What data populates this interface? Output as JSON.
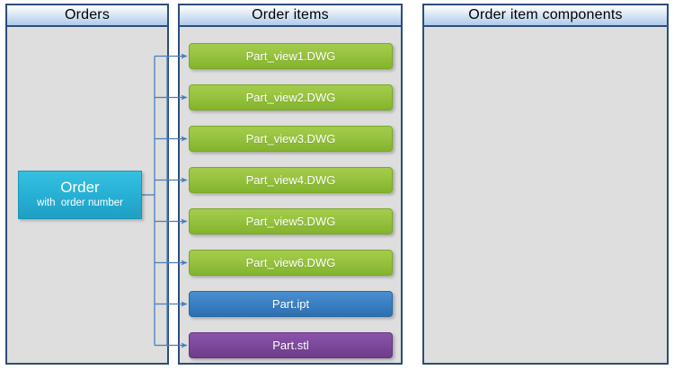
{
  "diagram": {
    "panels": [
      {
        "id": "orders",
        "title": "Orders"
      },
      {
        "id": "items",
        "title": "Order items"
      },
      {
        "id": "components",
        "title": "Order item components"
      }
    ],
    "order_node": {
      "title": "Order",
      "subtitle": "with  order number",
      "color": "#28b2d6"
    },
    "items": [
      {
        "label": "Part_view1.DWG",
        "kind": "dwg",
        "color": "#99c441"
      },
      {
        "label": "Part_view2.DWG",
        "kind": "dwg",
        "color": "#99c441"
      },
      {
        "label": "Part_view3.DWG",
        "kind": "dwg",
        "color": "#99c441"
      },
      {
        "label": "Part_view4.DWG",
        "kind": "dwg",
        "color": "#99c441"
      },
      {
        "label": "Part_view5.DWG",
        "kind": "dwg",
        "color": "#99c441"
      },
      {
        "label": "Part_view6.DWG",
        "kind": "dwg",
        "color": "#99c441"
      },
      {
        "label": "Part.ipt",
        "kind": "ipt",
        "color": "#3a81c4"
      },
      {
        "label": "Part.stl",
        "kind": "stl",
        "color": "#7e4a9c"
      }
    ],
    "components": [],
    "connector_color": "#4a7ebb",
    "panel_border_color": "#2d4d7a",
    "panel_fill_color": "#dedede"
  }
}
